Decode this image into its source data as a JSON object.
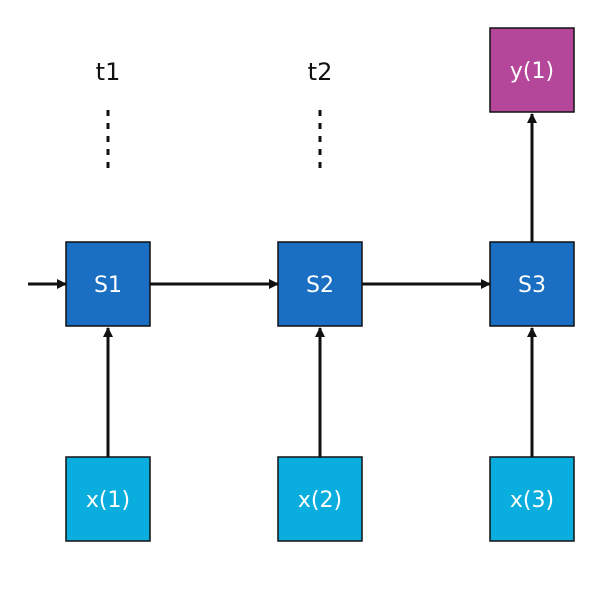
{
  "colors": {
    "state_box": "#1a6fc3",
    "input_box": "#0aaede",
    "output_box": "#b5479a",
    "box_border": "#111111",
    "arrow": "#111111",
    "background": "#ffffff"
  },
  "time_labels": [
    "t1",
    "t2"
  ],
  "states": [
    "S1",
    "S2",
    "S3"
  ],
  "inputs": [
    "x(1)",
    "x(2)",
    "x(3)"
  ],
  "output": "y(1)"
}
